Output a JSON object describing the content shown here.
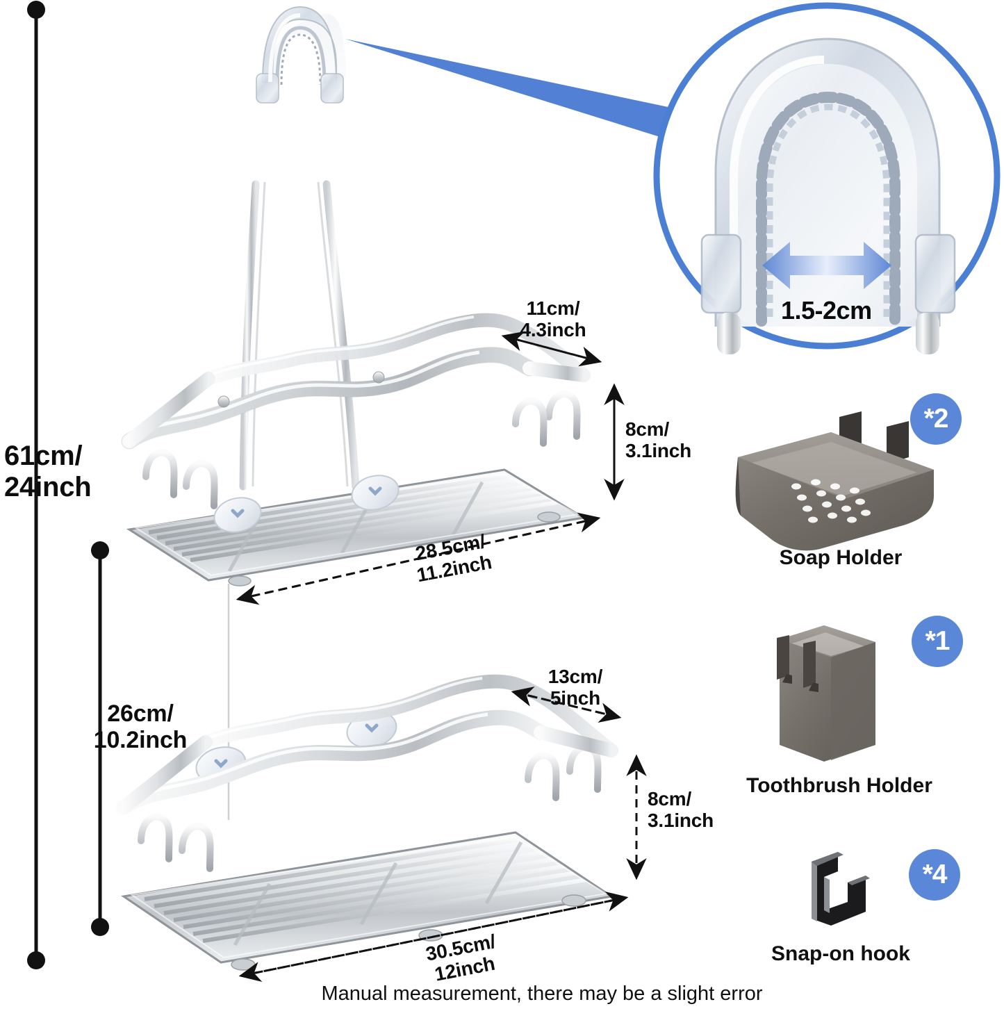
{
  "product": {
    "type": "hanging shower caddy",
    "overall_height": "61cm/\n24inch",
    "shelf_gap": "26cm/\n10.2inch",
    "top_shelf_depth": "11cm/\n4.3inch",
    "top_shelf_height": "8cm/\n3.1inch",
    "top_shelf_width": "28.5cm/\n11.2inch",
    "bottom_shelf_depth": "13cm/\n5inch",
    "bottom_shelf_height": "8cm/\n3.1inch",
    "bottom_shelf_width": "30.5cm/\n12inch"
  },
  "callout": {
    "label": "1.5-2cm",
    "description": "hook opening width detail"
  },
  "accessories": [
    {
      "name": "Soap Holder",
      "quantity": "*2"
    },
    {
      "name": "Toothbrush Holder",
      "quantity": "*1"
    },
    {
      "name": "Snap-on hook",
      "quantity": "*4"
    }
  ],
  "footer_note": "Manual measurement, there may be a slight error",
  "colors": {
    "badge_blue": "#5b87d8",
    "callout_ring": "#4a7fd4",
    "metal_light": "#f2f3f4",
    "metal_mid": "#c9cccf",
    "metal_dark": "#9aa0a5",
    "plastic_dark": "#6f6a66",
    "hook_black": "#1b1b1d",
    "line_black": "#111111"
  }
}
